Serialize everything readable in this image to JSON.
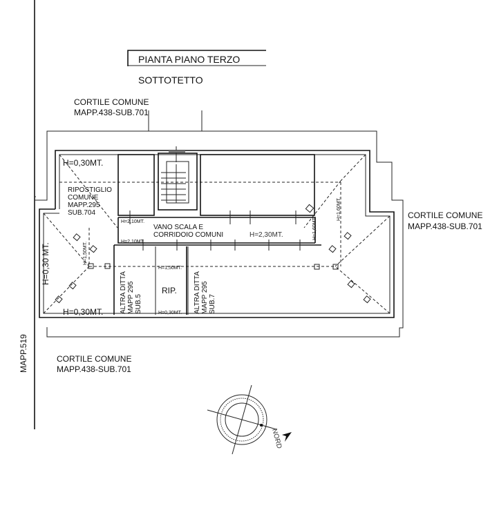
{
  "title": {
    "main": "PIANTA PIANO TERZO",
    "sub": "SOTTOTETTO"
  },
  "courtyards": {
    "top": {
      "name": "CORTILE COMUNE",
      "ref": "MAPP.438-SUB.701"
    },
    "right": {
      "name": "CORTILE COMUNE",
      "ref": "MAPP.438-SUB.701"
    },
    "bottom": {
      "name": "CORTILE COMUNE",
      "ref": "MAPP.438-SUB.701"
    }
  },
  "side_label": "MAPP.519",
  "rooms": {
    "storage": [
      "RIPOSTIGLIO",
      "COMUNE",
      "MAPP.295",
      "SUB.704"
    ],
    "stair": [
      "VANO SCALA E",
      "CORRIDOIO COMUNI"
    ],
    "rip": "RIP.",
    "other_5": [
      "ALTRA DITTA",
      "MAPP 295",
      "SUB.5"
    ],
    "other_7": [
      "ALTRA DITTA",
      "MAPP 295",
      "SUB.7"
    ]
  },
  "heights": {
    "top_left": "H=0,30MT.",
    "left_vertical": "H=0,30 MT.",
    "bottom_left": "H=0,30MT.",
    "corridor": "H=2,30MT.",
    "h210_a": "H=2,10MT.",
    "h210_b": "H=2,10MT.",
    "h150_left": "H=1,50MT.",
    "h150_rip": "H=1,50MT.",
    "h030_rip": "H=0,30MT.",
    "h160_a": "H=1,60MT.",
    "h160_b": "H=1,60MT."
  },
  "compass": {
    "label": "NORD"
  }
}
